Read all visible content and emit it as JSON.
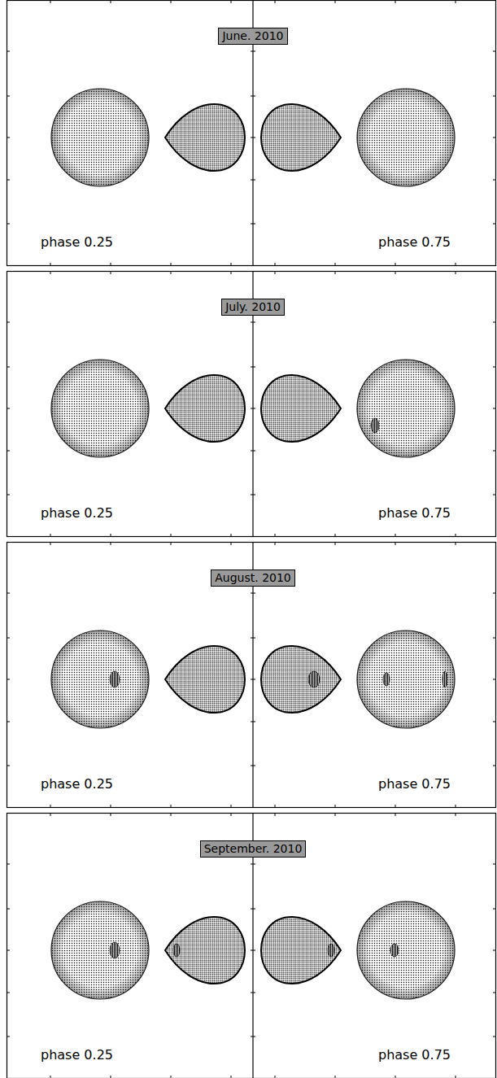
{
  "diagram": {
    "nodes": [
      {
        "text": [
          "June. 2010"
        ]
      },
      {
        "text": [
          "July. 2010"
        ]
      },
      {
        "text": [
          "August. 2010"
        ]
      },
      {
        "text": [
          "September. 2010"
        ]
      }
    ],
    "labels": [
      "phase 0.25",
      "phase 0.75",
      "phase 0.25",
      "phase 0.75",
      "phase 0.25",
      "phase 0.75",
      "phase 0.25",
      "phase 0.75"
    ]
  }
}
